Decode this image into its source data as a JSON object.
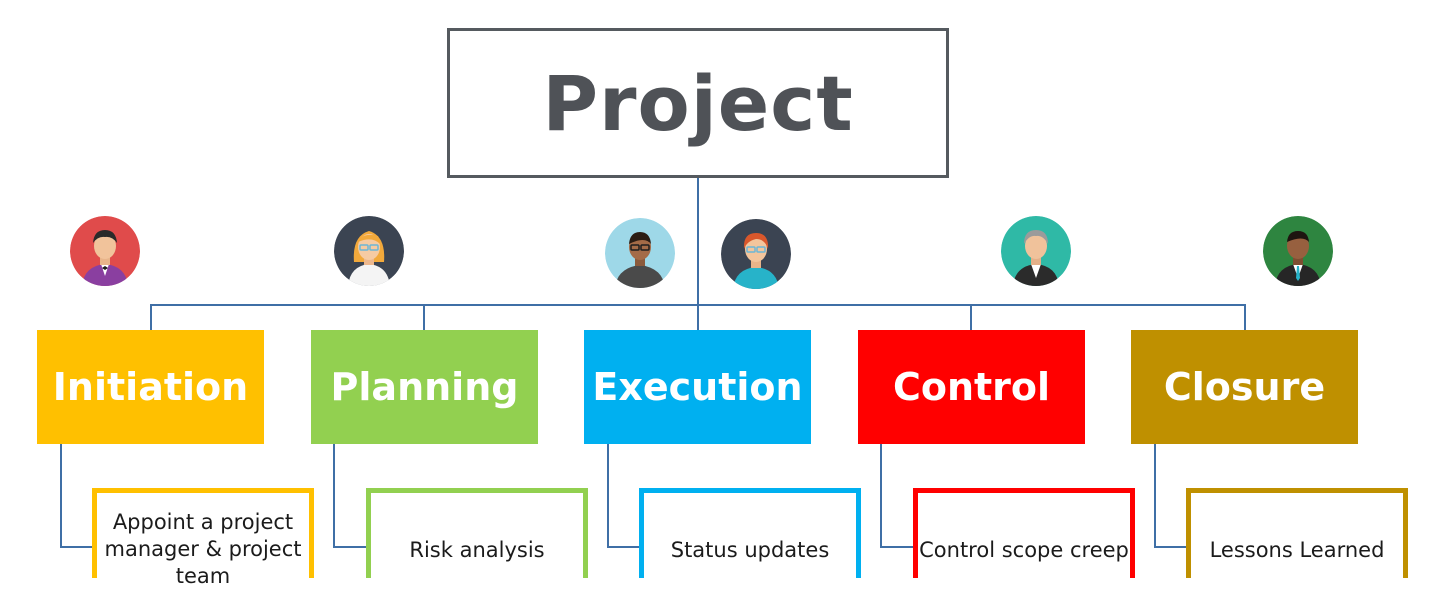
{
  "root": {
    "title": "Project"
  },
  "phases": [
    {
      "label": "Initiation",
      "color": "#FFC000",
      "task": "Appoint a project manager & project team"
    },
    {
      "label": "Planning",
      "color": "#92D050",
      "task": "Risk analysis"
    },
    {
      "label": "Execution",
      "color": "#00B0F0",
      "task": "Status updates"
    },
    {
      "label": "Control",
      "color": "#FF0000",
      "task": "Control scope creep"
    },
    {
      "label": "Closure",
      "color": "#BF9000",
      "task": "Lessons Learned"
    }
  ],
  "avatars": [
    {
      "icon": "man-purple-suit-avatar-icon",
      "bg": "#E04B4B"
    },
    {
      "icon": "woman-glasses-avatar-icon",
      "bg": "#3B4452"
    },
    {
      "icon": "man-dark-sweater-avatar-icon",
      "bg": "#9ED8E8"
    },
    {
      "icon": "woman-teal-shirt-avatar-icon",
      "bg": "#3B4452"
    },
    {
      "icon": "grey-haired-man-suit-avatar-icon",
      "bg": "#2FB9A6"
    },
    {
      "icon": "man-teal-tie-avatar-icon",
      "bg": "#2E8540"
    }
  ],
  "connector_color": "#3F6FA6"
}
